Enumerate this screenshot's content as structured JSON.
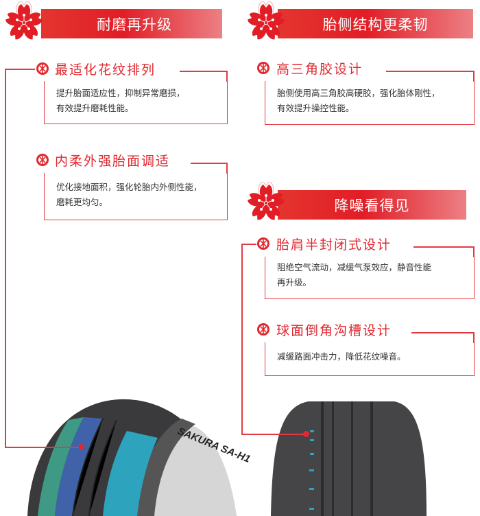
{
  "sections": [
    {
      "title": "耐磨再升级"
    },
    {
      "title": "胎侧结构更柔韧"
    },
    {
      "title": "降噪看得见"
    }
  ],
  "features": [
    {
      "title": "最适化花纹排列",
      "desc": [
        "提升胎面适应性，抑制异常磨损，",
        "有效提升磨耗性能。"
      ]
    },
    {
      "title": "内柔外强胎面调适",
      "desc": [
        "优化接地面积，强化轮胎内外侧性能，",
        "磨耗更均匀。"
      ]
    },
    {
      "title": "高三角胶设计",
      "desc": [
        "胎侧使用高三角胶高硬胶，强化胎体刚性，",
        "有效提升操控性能。"
      ]
    },
    {
      "title": "胎肩半封闭式设计",
      "desc": [
        "阻绝空气流动，减缓气泵效应，静音性能",
        "再升级。"
      ]
    },
    {
      "title": "球面倒角沟槽设计",
      "desc": [
        "减缓路面冲击力，降低花纹噪音。"
      ]
    }
  ],
  "tire": {
    "brand": "SAKURA SA-H1"
  },
  "colors": {
    "accent": "#e0282f",
    "green": "#3e9a84",
    "blue": "#3f62a8",
    "cyan": "#2ea3bd"
  }
}
